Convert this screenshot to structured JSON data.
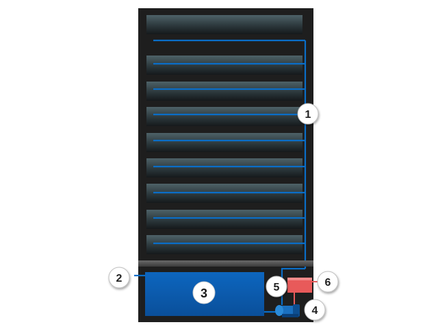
{
  "callouts": [
    {
      "id": "1",
      "label": "1"
    },
    {
      "id": "2",
      "label": "2"
    },
    {
      "id": "3",
      "label": "3"
    },
    {
      "id": "4",
      "label": "4"
    },
    {
      "id": "5",
      "label": "5"
    },
    {
      "id": "6",
      "label": "6"
    }
  ],
  "colors": {
    "cabinet": "#1e1e1e",
    "shelf_top": "#4e6268",
    "shelf_bottom": "#15191b",
    "pipe": "#0a6ec8",
    "tank": "#0b5cb0",
    "pump": "#1a70c0",
    "controller": "#e85a5a",
    "callout_fill": "#ffffff",
    "callout_stroke": "#bfbfbf"
  },
  "icons": [
    "pump-icon",
    "controller-box-icon"
  ]
}
